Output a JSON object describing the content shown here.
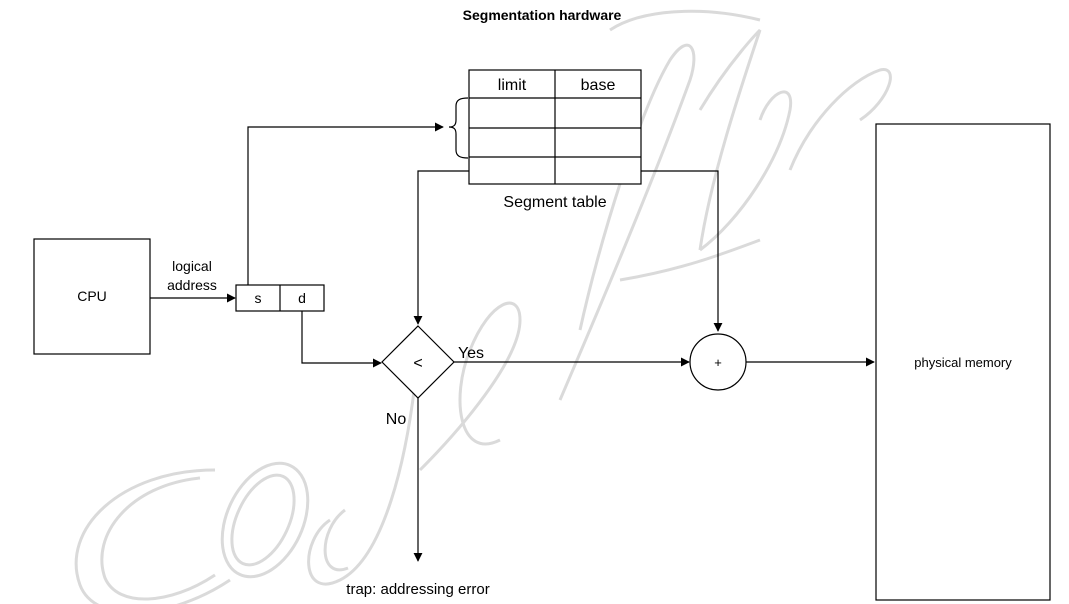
{
  "title": "Segmentation hardware",
  "cpu": {
    "label": "CPU"
  },
  "logical_address": {
    "line1": "logical",
    "line2": "address"
  },
  "address_fields": {
    "s": "s",
    "d": "d"
  },
  "segment_table": {
    "columns": [
      "limit",
      "base"
    ],
    "caption": "Segment table"
  },
  "comparator": {
    "symbol": "<",
    "yes": "Yes",
    "no": "No"
  },
  "adder": {
    "symbol": "+"
  },
  "physical_memory": {
    "label": "physical memory"
  },
  "trap": {
    "label": "trap: addressing error"
  },
  "watermark": {
    "text": "CodeHelp"
  },
  "colors": {
    "line": "#000000",
    "background": "#ffffff",
    "watermark": "#d6d6d6"
  }
}
